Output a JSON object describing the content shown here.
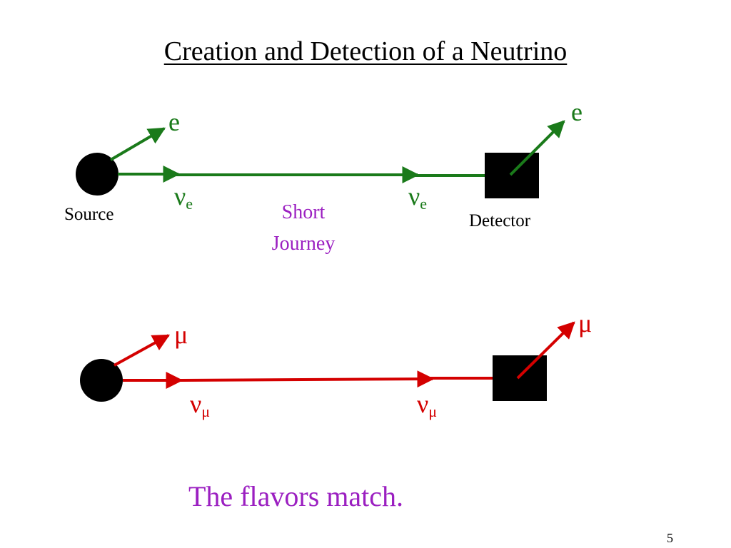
{
  "title": "Creation and Detection of a Neutrino",
  "colors": {
    "electron_path": "#1a7a1a",
    "muon_path": "#d40000",
    "note": "#9b1fc1",
    "objects": "#000000"
  },
  "top_row": {
    "source_label": "Source",
    "detector_label": "Detector",
    "emitted_particle": "e",
    "detected_particle": "e",
    "neutrino_symbol": "ν",
    "neutrino_subscript": "e",
    "journey_label_line1": "Short",
    "journey_label_line2": "Journey"
  },
  "bottom_row": {
    "emitted_particle": "μ",
    "detected_particle": "μ",
    "neutrino_symbol": "ν",
    "neutrino_subscript": "μ"
  },
  "conclusion": "The flavors match.",
  "page_number": "5"
}
